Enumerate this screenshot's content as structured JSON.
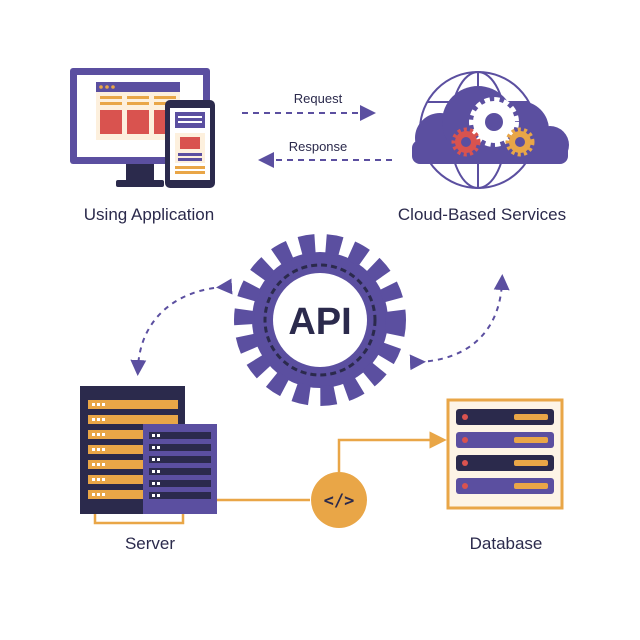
{
  "nodes": {
    "application": {
      "label": "Using Application"
    },
    "cloud": {
      "label": "Cloud-Based Services"
    },
    "api": {
      "label": "API"
    },
    "server": {
      "label": "Server"
    },
    "database": {
      "label": "Database"
    },
    "code": {
      "label": "</>"
    }
  },
  "flows": {
    "request": {
      "label": "Request"
    },
    "response": {
      "label": "Response"
    }
  },
  "colors": {
    "purple": "#5b4fa0",
    "dark": "#2b2a4c",
    "orange": "#e9a647",
    "red": "#d9534f",
    "cream": "#fdf4e6",
    "navy": "#393a66"
  }
}
